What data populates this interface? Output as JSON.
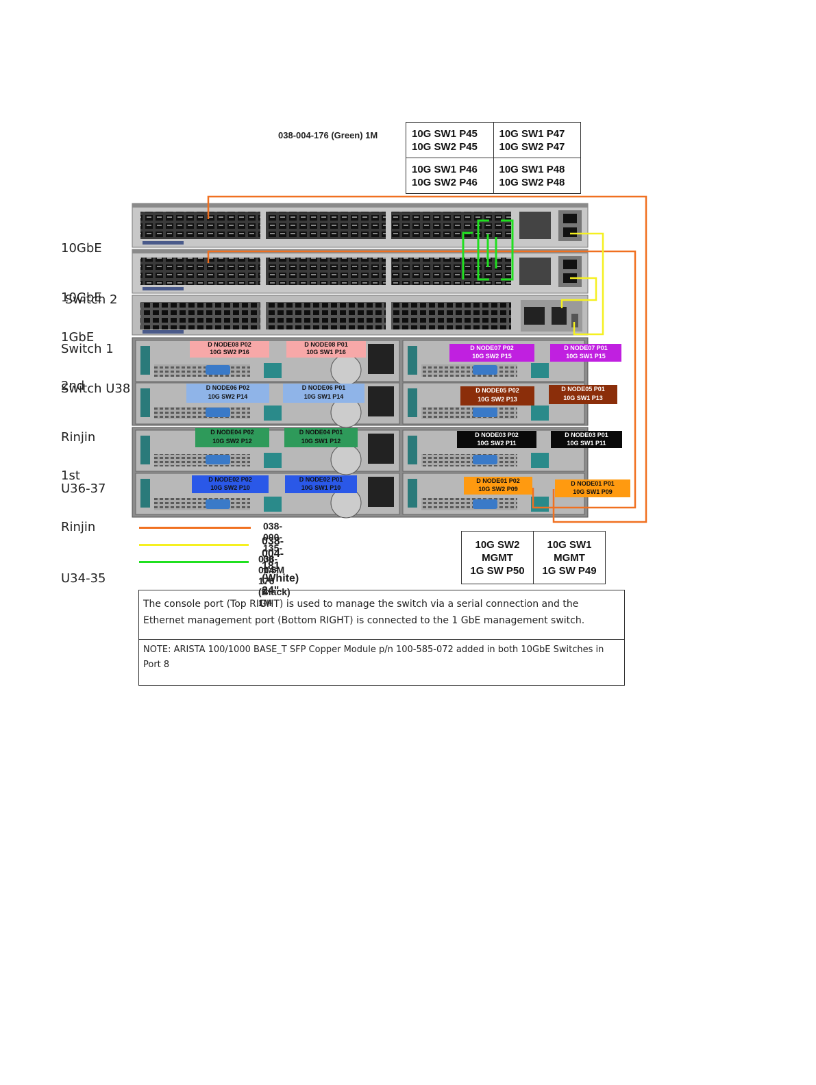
{
  "rack_labels": [
    {
      "line1": "10GbE",
      "line2": " Switch 2"
    },
    {
      "line1": "10GbE",
      "line2": "Switch 1"
    },
    {
      "line1": "1GbE",
      "line2": "Switch U38"
    },
    {
      "line1": "2nd",
      "line2": "Rinjin",
      "line3": "U36-37"
    },
    {
      "line1": "1st",
      "line2": "Rinjin",
      "line3": "U34-35"
    }
  ],
  "top_cable_label": "038-004-176 (Green) 1M",
  "port_table": [
    [
      "10G SW1 P45\n10G SW2 P45",
      "10G SW1 P47\n10G SW2 P47"
    ],
    [
      "10G SW1 P46\n10G SW2 P46",
      "10G SW1 P48\n10G SW2 P48"
    ]
  ],
  "node_labels": [
    {
      "line1": "D NODE08 P02",
      "line2": "10G SW2 P16",
      "color": "#f7a8a8",
      "text_color": "#111"
    },
    {
      "line1": "D NODE08 P01",
      "line2": "10G SW1 P16",
      "color": "#f7a8a8",
      "text_color": "#111"
    },
    {
      "line1": "D NODE07 P02",
      "line2": "10G SW2 P15",
      "color": "#c020e0",
      "text_color": "#ffffff"
    },
    {
      "line1": "D NODE07 P01",
      "line2": "10G SW1 P15",
      "color": "#c020e0",
      "text_color": "#ffffff"
    },
    {
      "line1": "D NODE06 P02",
      "line2": "10G SW2 P14",
      "color": "#8fb4e8",
      "text_color": "#111"
    },
    {
      "line1": "D NODE06 P01",
      "line2": "10G SW1 P14",
      "color": "#8fb4e8",
      "text_color": "#111"
    },
    {
      "line1": "D NODE05 P02",
      "line2": "10G SW2 P13",
      "color": "#8b2e0a",
      "text_color": "#ffffff"
    },
    {
      "line1": "D NODE05 P01",
      "line2": "10G SW1 P13",
      "color": "#8b2e0a",
      "text_color": "#ffffff"
    },
    {
      "line1": "D NODE04 P02",
      "line2": "10G SW2 P12",
      "color": "#2e9a5a",
      "text_color": "#111"
    },
    {
      "line1": "D NODE04 P01",
      "line2": "10G SW1 P12",
      "color": "#2e9a5a",
      "text_color": "#111"
    },
    {
      "line1": "D NODE03 P02",
      "line2": "10G SW2 P11",
      "color": "#0a0a0a",
      "text_color": "#ffffff"
    },
    {
      "line1": "D NODE03 P01",
      "line2": "10G SW1 P11",
      "color": "#0a0a0a",
      "text_color": "#ffffff"
    },
    {
      "line1": "D NODE02 P02",
      "line2": "10G SW2 P10",
      "color": "#2a58e8",
      "text_color": "#111"
    },
    {
      "line1": "D NODE02 P01",
      "line2": "10G SW1 P10",
      "color": "#2a58e8",
      "text_color": "#111"
    },
    {
      "line1": "D NODE01 P02",
      "line2": "10G SW2 P09",
      "color": "#ff9a10",
      "text_color": "#111"
    },
    {
      "line1": "D NODE01 P01",
      "line2": "10G SW1 P09",
      "color": "#ff9a10",
      "text_color": "#111"
    }
  ],
  "legend": [
    {
      "label": "038-000-135-00 1.5M",
      "color": "#f07020"
    },
    {
      "label": "038-004-181 (White) 24\"",
      "color": "#f5f020"
    },
    {
      "label": "038-004-176 (Black) 1M",
      "color": "#20e020"
    }
  ],
  "mgmt_table": [
    "10G SW2\nMGMT\n1G SW P50",
    "10G SW1\nMGMT\n1G SW P49"
  ],
  "note1": "The console port (Top RIGHT) is used to manage the switch via a serial connection and the Ethernet management port (Bottom RIGHT)  is connected to the 1 GbE management switch.",
  "note2": "NOTE: ARISTA 100/1000 BASE_T SFP Copper Module p/n 100-585-072 added in both 10GbE Switches in Port 8",
  "colors": {
    "orange_cable": "#f07020",
    "yellow_cable": "#f5f020",
    "green_cable": "#20e020"
  }
}
